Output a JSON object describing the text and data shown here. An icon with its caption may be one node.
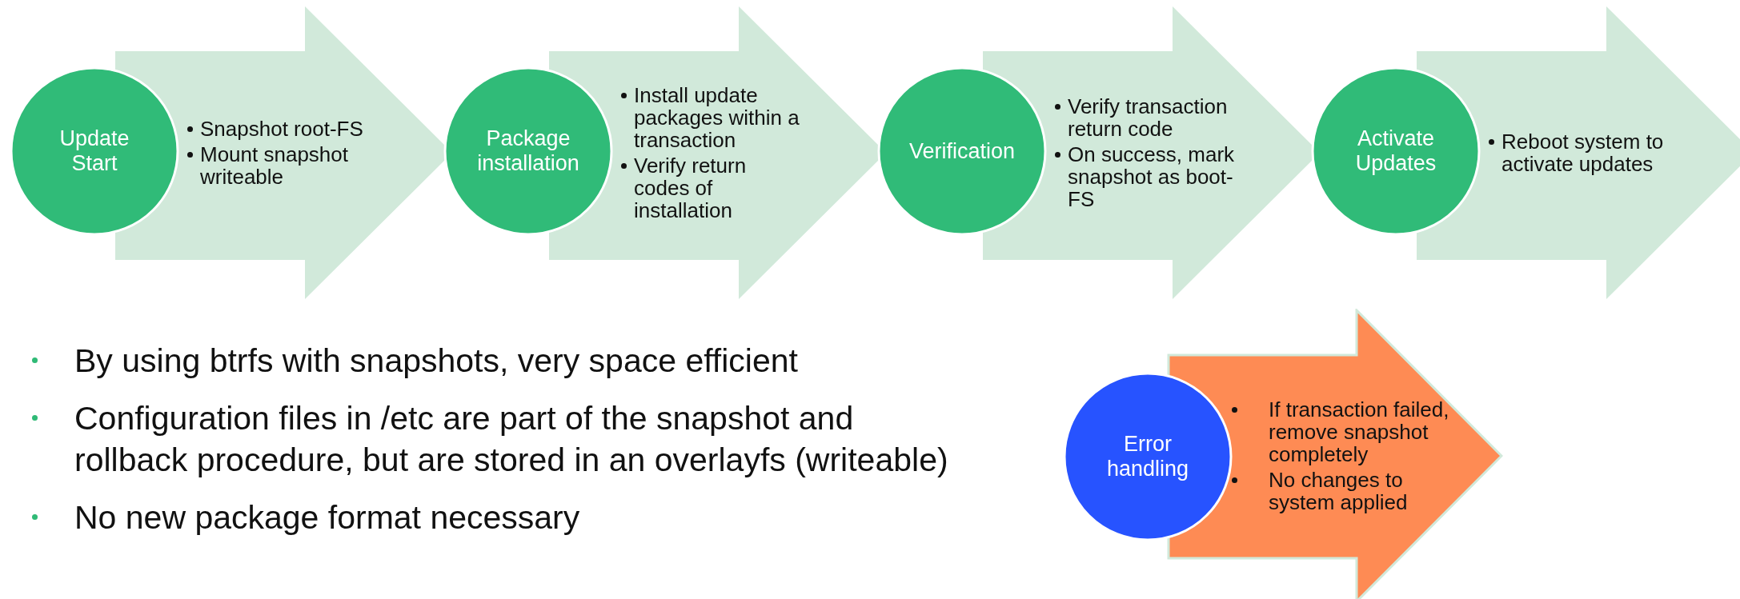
{
  "diagram": {
    "nodes": [
      {
        "text": [
          "Update Start"
        ]
      },
      {
        "text": [
          "Snapshot root-FS",
          "Mount snapshot writeable"
        ]
      },
      {
        "text": [
          "Package installation"
        ]
      },
      {
        "text": [
          "Install update packages within a transaction",
          "Verify return codes of installation"
        ]
      },
      {
        "text": [
          "Verification"
        ]
      },
      {
        "text": [
          "Verify transaction return code",
          "On success, mark snapshot as boot-FS"
        ]
      },
      {
        "text": [
          "Activate Updates"
        ]
      },
      {
        "text": [
          "Reboot system to activate updates"
        ]
      },
      {
        "text": [
          "Error handling"
        ]
      },
      {
        "text": [
          "If transaction failed, remove snapshot completely",
          "No changes to system applied"
        ]
      }
    ],
    "labels": [
      "By using btrfs with snapshots, very space efficient",
      "Configuration files in /etc are part of the snapshot and rollback procedure, but are stored in an overlayfs (writeable)",
      "No new package format necessary"
    ]
  }
}
